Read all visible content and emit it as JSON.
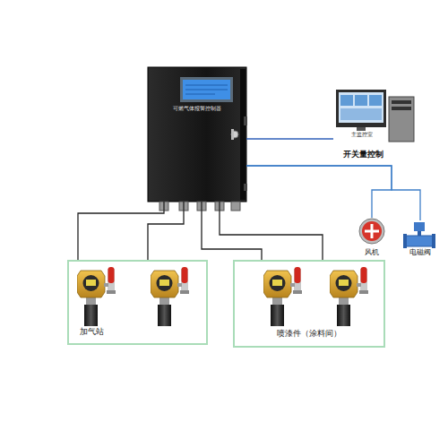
{
  "diagram": {
    "nodes": [
      {
        "text": [
          "可燃气体报警控制器"
        ]
      },
      {
        "text": [
          "主监控室"
        ]
      },
      {
        "text": [
          "风机"
        ]
      },
      {
        "text": [
          "电磁阀"
        ]
      },
      {
        "text": [
          "加气站"
        ]
      },
      {
        "text": [
          "喷漆件（涂料间）"
        ]
      }
    ],
    "edges": [
      {
        "from": 0,
        "to": 1,
        "arrow": "none"
      },
      {
        "from": 0,
        "to": 2,
        "arrow": "none"
      },
      {
        "from": 0,
        "to": 3,
        "arrow": "none"
      },
      {
        "from": 0,
        "to": 4,
        "arrow": "none"
      },
      {
        "from": 0,
        "to": 4,
        "arrow": "none"
      },
      {
        "from": 0,
        "to": 5,
        "arrow": "none"
      },
      {
        "from": 0,
        "to": 5,
        "arrow": "none"
      }
    ],
    "labels": [
      "开关量控制"
    ]
  }
}
